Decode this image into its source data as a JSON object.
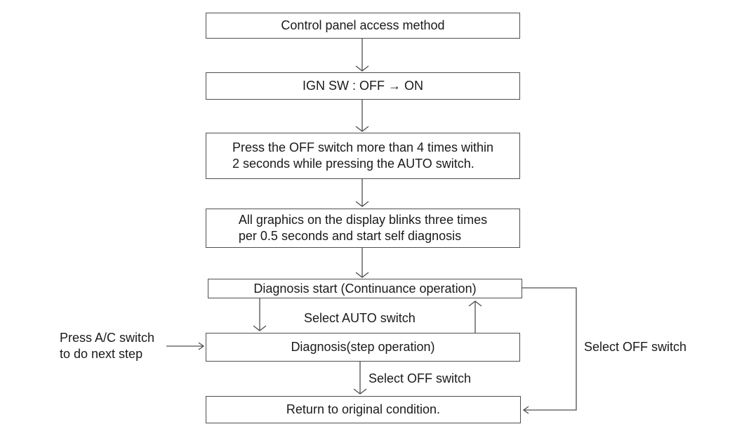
{
  "flowchart": {
    "boxes": {
      "control_panel": {
        "label": "Control panel access method"
      },
      "ign_sw": {
        "label": "IGN SW : OFF → ON"
      },
      "press_off": {
        "label": "Press the OFF switch more than 4 times within\n2 seconds while pressing the AUTO switch."
      },
      "graphics_blink": {
        "label": "All graphics on the display blinks three times\nper 0.5 seconds and start self diagnosis"
      },
      "diagnosis_start": {
        "label": "Diagnosis start (Continuance operation)"
      },
      "diagnosis_step": {
        "label": "Diagnosis(step operation)"
      },
      "return_original": {
        "label": "Return to original condition."
      }
    },
    "edge_labels": {
      "select_auto": "Select AUTO switch",
      "select_off_down": "Select OFF switch",
      "select_off_right": "Select OFF switch",
      "press_ac": "Press A/C switch\nto do next step"
    },
    "colors": {
      "background": "#ffffff",
      "line": "#4f4f4f",
      "text": "#1a1a1a"
    }
  }
}
